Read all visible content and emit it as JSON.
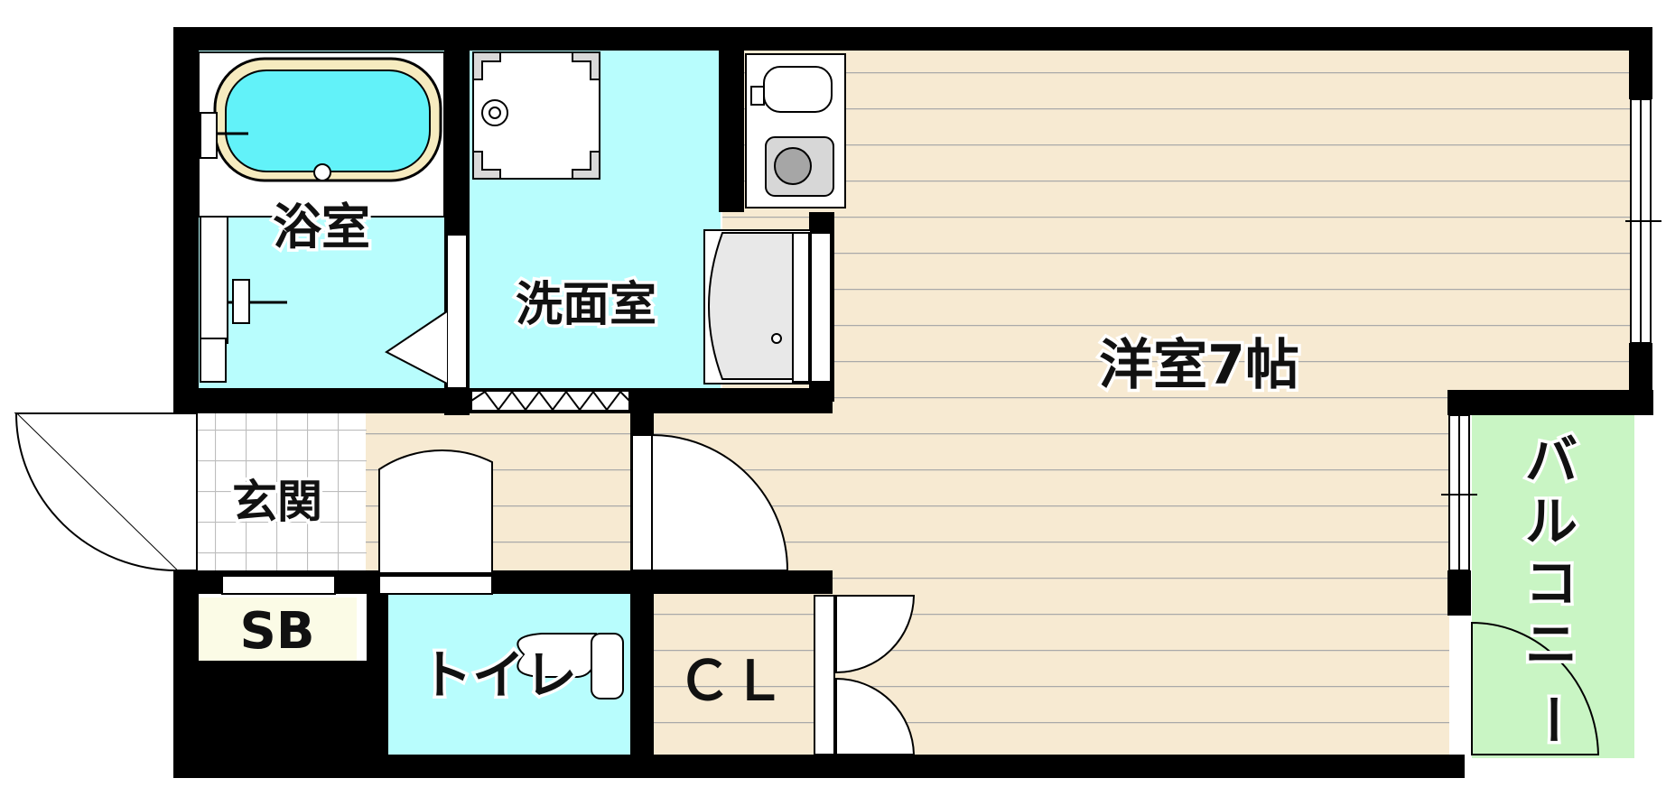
{
  "rooms": {
    "bathroom": "浴室",
    "washroom": "洗面室",
    "western_room": "洋室7帖",
    "entrance": "玄関",
    "shoe_box": "SB",
    "toilet": "トイレ",
    "closet": "ＣＬ",
    "balcony_chars": [
      "バ",
      "ル",
      "コ",
      "ニ",
      "ー"
    ]
  },
  "colors": {
    "wall": "#000000",
    "flooring": "#f7ead2",
    "floor_lines": "#a9a9a9",
    "wet_area": "#b8fdfd",
    "balcony": "#c9f5c4",
    "shoe_box": "#fbfbe6",
    "entrance_tile": "#ffffff"
  }
}
